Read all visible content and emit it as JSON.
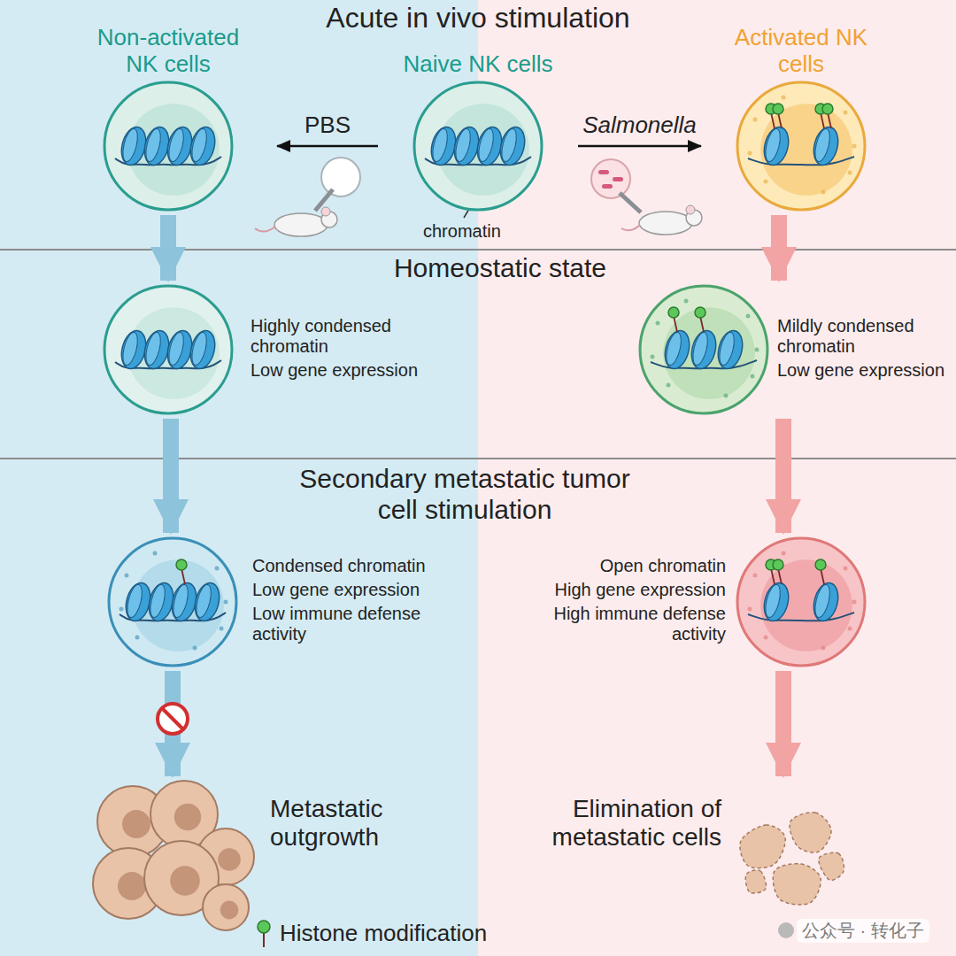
{
  "diagram": {
    "title": "Acute in vivo stimulation",
    "nodes": [
      {
        "text": [
          "Non-activated NK cells"
        ]
      },
      {
        "text": [
          "Naive NK cells"
        ]
      },
      {
        "text": [
          "Activated NK cells"
        ]
      },
      {
        "text": [
          "Highly condensed chromatin",
          "Low gene expression"
        ]
      },
      {
        "text": [
          "Mildly condensed chromatin",
          "Low gene expression"
        ]
      },
      {
        "text": [
          "Condensed chromatin",
          "Low gene expression",
          "Low immune defense activity"
        ]
      },
      {
        "text": [
          "Open chromatin",
          "High gene expression",
          "High immune defense activity"
        ]
      },
      {
        "text": [
          "Metastatic outgrowth"
        ]
      },
      {
        "text": [
          "Elimination of metastatic cells"
        ]
      }
    ],
    "edges": [
      {
        "from": 1,
        "to": 0,
        "arrow": "to",
        "label": "PBS"
      },
      {
        "from": 1,
        "to": 2,
        "arrow": "to",
        "label": "Salmonella"
      },
      {
        "from": 0,
        "to": 3,
        "arrow": "to"
      },
      {
        "from": 2,
        "to": 4,
        "arrow": "to"
      },
      {
        "from": 3,
        "to": 5,
        "arrow": "to"
      },
      {
        "from": 4,
        "to": 6,
        "arrow": "to"
      },
      {
        "from": 5,
        "to": 7,
        "arrow": "to"
      },
      {
        "from": 6,
        "to": 8,
        "arrow": "to"
      }
    ],
    "labels": [
      "chromatin",
      "Homeostatic state",
      "Secondary metastatic tumor cell stimulation",
      "公众号 · 转化子"
    ],
    "legend": [
      {
        "text": "Histone modification"
      }
    ]
  }
}
